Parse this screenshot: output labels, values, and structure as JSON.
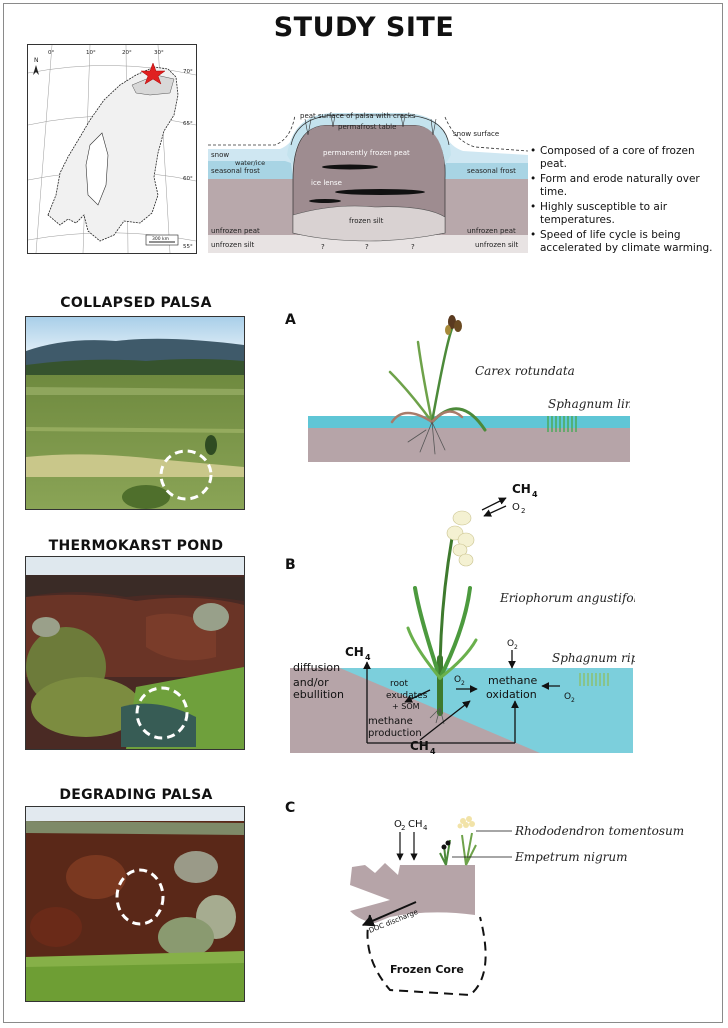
{
  "title": "STUDY SITE",
  "map": {
    "lon_labels": [
      "0°",
      "10°",
      "20°",
      "30°"
    ],
    "lat_labels": [
      "70°",
      "65°",
      "60°",
      "55°"
    ],
    "north_label": "N",
    "scale_label": "300 km"
  },
  "cross_section": {
    "labels": {
      "peat_surface": "peat surface of palsa with cracks",
      "permafrost_table": "permafrost table",
      "snow_surface": "snow surface",
      "snow": "snow",
      "water_ice": "water/ice",
      "seasonal_frost_left": "seasonal frost",
      "seasonal_frost_right": "seasonal frost",
      "frozen_peat": "permanently frozen peat",
      "ice_lense": "ice lense",
      "frozen_silt": "frozen silt",
      "unfrozen_peat_left": "unfrozen peat",
      "unfrozen_peat_right": "unfrozen peat",
      "unfrozen_silt_left": "unfrozen silt",
      "unfrozen_silt_right": "unfrozen silt",
      "q1": "?",
      "q2": "?",
      "q3": "?"
    }
  },
  "facts": [
    "Composed of a core of frozen peat.",
    "Form and erode naturally over time.",
    "Highly susceptible to air temperatures.",
    "Speed of life cycle is being accelerated by climate warming."
  ],
  "sections": {
    "collapsed": "COLLAPSED PALSA",
    "thermokarst": "THERMOKARST POND",
    "degrading": "DEGRADING PALSA"
  },
  "panel_a": {
    "letter": "A",
    "plant1": "Carex rotundata",
    "plant2": "Sphagnum lindbergii"
  },
  "panel_b": {
    "letter": "B",
    "plant1": "Eriophorum angustifolium",
    "plant2": "Sphagnum riparium",
    "ch4_top": "CH",
    "ch4_top_sub": "4",
    "o2_top": "O",
    "o2_top_sub": "2",
    "ch4_left": "CH",
    "ch4_left_sub": "4",
    "diffusion": "diffusion",
    "and_or": "and/or",
    "ebullition": "ebullition",
    "root": "root",
    "exudates": "exudates",
    "som": "+ SOM",
    "methane_prod_1": "methane",
    "methane_prod_2": "production",
    "ch4_bottom": "CH",
    "ch4_bottom_sub": "4",
    "o2_a": "O",
    "o2_a_sub": "2",
    "o2_b": "O",
    "o2_b_sub": "2",
    "o2_c": "O",
    "o2_c_sub": "2",
    "methane_ox_1": "methane",
    "methane_ox_2": "oxidation"
  },
  "panel_c": {
    "letter": "C",
    "o2": "O",
    "o2_sub": "2",
    "ch4": "CH",
    "ch4_sub": "4",
    "plant1": "Rhododendron tomentosum",
    "plant2": "Empetrum nigrum",
    "doc": "DOC discharge",
    "core": "Frozen Core"
  }
}
